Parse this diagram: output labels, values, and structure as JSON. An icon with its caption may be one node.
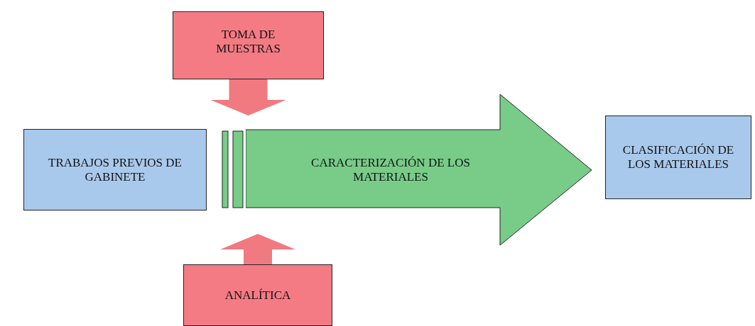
{
  "diagram": {
    "nodes": [
      {
        "text": [
          "TOMA DE MUESTRAS"
        ]
      },
      {
        "text": [
          "TRABAJOS PREVIOS DE GABINETE"
        ]
      },
      {
        "text": [
          "CARACTERIZACIÓN DE LOS MATERIALES"
        ]
      },
      {
        "text": [
          "CLASIFICACIÓN DE LOS MATERIALES"
        ]
      },
      {
        "text": [
          "ANALÍTICA"
        ]
      }
    ],
    "edges": [
      {
        "from": 0,
        "to": 2,
        "arrow": "to",
        "style": "thick",
        "color": "#f07a80"
      },
      {
        "from": 4,
        "to": 2,
        "arrow": "to",
        "style": "thick",
        "color": "#f07a80"
      }
    ]
  }
}
